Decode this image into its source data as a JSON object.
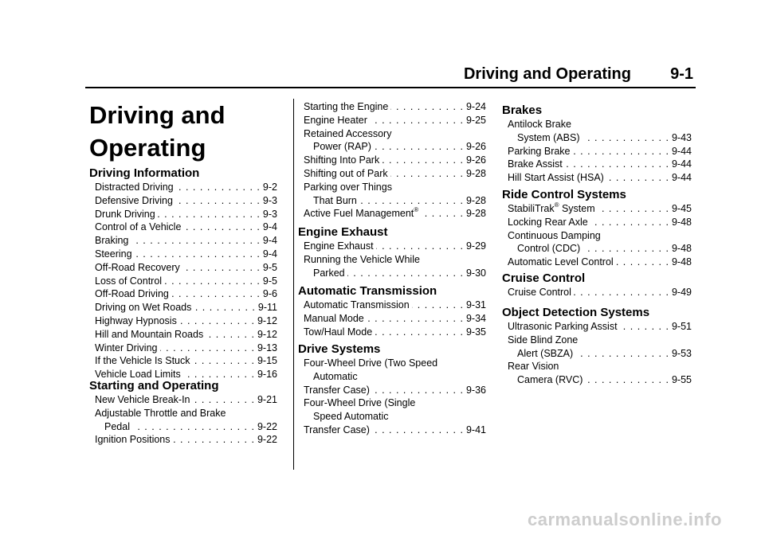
{
  "header": {
    "title": "Driving and Operating",
    "page": "9-1"
  },
  "chapter": {
    "title_line1": "Driving and",
    "title_line2": "Operating"
  },
  "sections": {
    "driving_information": {
      "title": "Driving Information",
      "entries": [
        {
          "label": "Distracted Driving",
          "page": "9-2"
        },
        {
          "label": "Defensive Driving",
          "page": "9-3"
        },
        {
          "label": "Drunk Driving",
          "page": "9-3"
        },
        {
          "label": "Control of a Vehicle",
          "page": "9-4"
        },
        {
          "label": "Braking",
          "page": "9-4"
        },
        {
          "label": "Steering",
          "page": "9-4"
        },
        {
          "label": "Off-Road Recovery",
          "page": "9-5"
        },
        {
          "label": "Loss of Control",
          "page": "9-5"
        },
        {
          "label": "Off-Road Driving",
          "page": "9-6"
        },
        {
          "label": "Driving on Wet Roads",
          "page": "9-11"
        },
        {
          "label": "Highway Hypnosis",
          "page": "9-12"
        },
        {
          "label": "Hill and Mountain Roads",
          "page": "9-12"
        },
        {
          "label": "Winter Driving",
          "page": "9-13"
        },
        {
          "label": "If the Vehicle Is Stuck",
          "page": "9-15"
        },
        {
          "label": "Vehicle Load Limits",
          "page": "9-16"
        }
      ]
    },
    "starting_operating": {
      "title": "Starting and Operating",
      "entries": [
        {
          "label": "New Vehicle Break-In",
          "page": "9-21"
        },
        {
          "label_1": "Adjustable Throttle and Brake",
          "label_2": "Pedal",
          "page": "9-22"
        },
        {
          "label": "Ignition Positions",
          "page": "9-22"
        },
        {
          "label": "Starting the Engine",
          "page": "9-24"
        },
        {
          "label": "Engine Heater",
          "page": "9-25"
        },
        {
          "label_1": "Retained Accessory",
          "label_2": "Power (RAP)",
          "page": "9-26"
        },
        {
          "label": "Shifting Into Park",
          "page": "9-26"
        },
        {
          "label": "Shifting out of Park",
          "page": "9-28"
        },
        {
          "label_1": "Parking over Things",
          "label_2": "That Burn",
          "page": "9-28"
        },
        {
          "label": "Active Fuel Management",
          "sup": "®",
          "page": "9-28"
        }
      ]
    },
    "engine_exhaust": {
      "title": "Engine Exhaust",
      "entries": [
        {
          "label": "Engine Exhaust",
          "page": "9-29"
        },
        {
          "label_1": "Running the Vehicle While",
          "label_2": "Parked",
          "page": "9-30"
        }
      ]
    },
    "automatic_transmission": {
      "title": "Automatic Transmission",
      "entries": [
        {
          "label": "Automatic Transmission",
          "page": "9-31"
        },
        {
          "label": "Manual Mode",
          "page": "9-34"
        },
        {
          "label": "Tow/Haul Mode",
          "page": "9-35"
        }
      ]
    },
    "drive_systems": {
      "title": "Drive Systems",
      "entries": [
        {
          "label_1": "Four-Wheel Drive (Two Speed",
          "label_2": "Automatic",
          "label_3": "Transfer Case)",
          "page": "9-36"
        },
        {
          "label_1": "Four-Wheel Drive (Single",
          "label_2": "Speed Automatic",
          "label_3": "Transfer Case)",
          "page": "9-41"
        }
      ]
    },
    "brakes": {
      "title": "Brakes",
      "entries": [
        {
          "label_1": "Antilock Brake",
          "label_2": "System (ABS)",
          "page": "9-43"
        },
        {
          "label": "Parking Brake",
          "page": "9-44"
        },
        {
          "label": "Brake Assist",
          "page": "9-44"
        },
        {
          "label": "Hill Start Assist (HSA)",
          "page": "9-44"
        }
      ]
    },
    "ride_control": {
      "title": "Ride Control Systems",
      "entries": [
        {
          "label": "StabiliTrak",
          "sup": "®",
          "label_after": " System",
          "page": "9-45"
        },
        {
          "label": "Locking Rear Axle",
          "page": "9-48"
        },
        {
          "label_1": "Continuous Damping",
          "label_2": "Control (CDC)",
          "page": "9-48"
        },
        {
          "label": "Automatic Level Control",
          "page": "9-48"
        }
      ]
    },
    "cruise_control": {
      "title": "Cruise Control",
      "entries": [
        {
          "label": "Cruise Control",
          "page": "9-49"
        }
      ]
    },
    "object_detection": {
      "title": "Object Detection Systems",
      "entries": [
        {
          "label": "Ultrasonic Parking Assist",
          "page": "9-51"
        },
        {
          "label_1": "Side Blind Zone",
          "label_2": "Alert (SBZA)",
          "page": "9-53"
        },
        {
          "label_1": "Rear Vision",
          "label_2": "Camera (RVC)",
          "page": "9-55"
        }
      ]
    }
  },
  "watermark": "carmanualsonline.info"
}
